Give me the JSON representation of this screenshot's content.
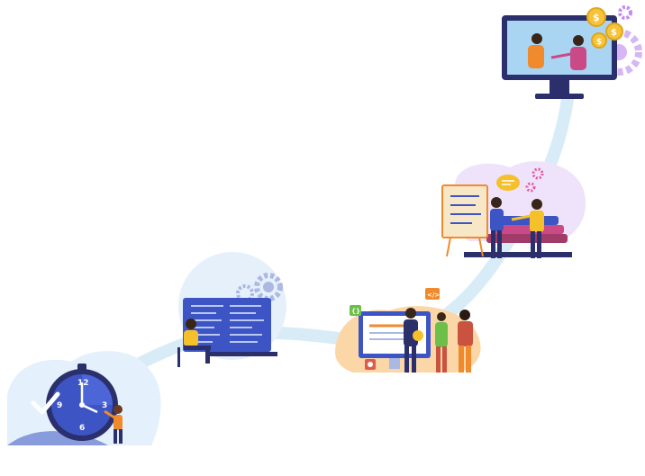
{
  "clock": {
    "numerals": [
      "12",
      "3",
      "6",
      "9"
    ]
  },
  "code_tag_label": "</>",
  "braces_tag_label": "{}",
  "colors": {
    "path": "#d8ecf8",
    "navy": "#2b2f6b",
    "blue": "#3d55c4",
    "yellow": "#f5c02a",
    "orange": "#f08a2c",
    "lavender": "#efe3fb",
    "purple": "#a65ee0",
    "coin": "#f7c33a"
  }
}
